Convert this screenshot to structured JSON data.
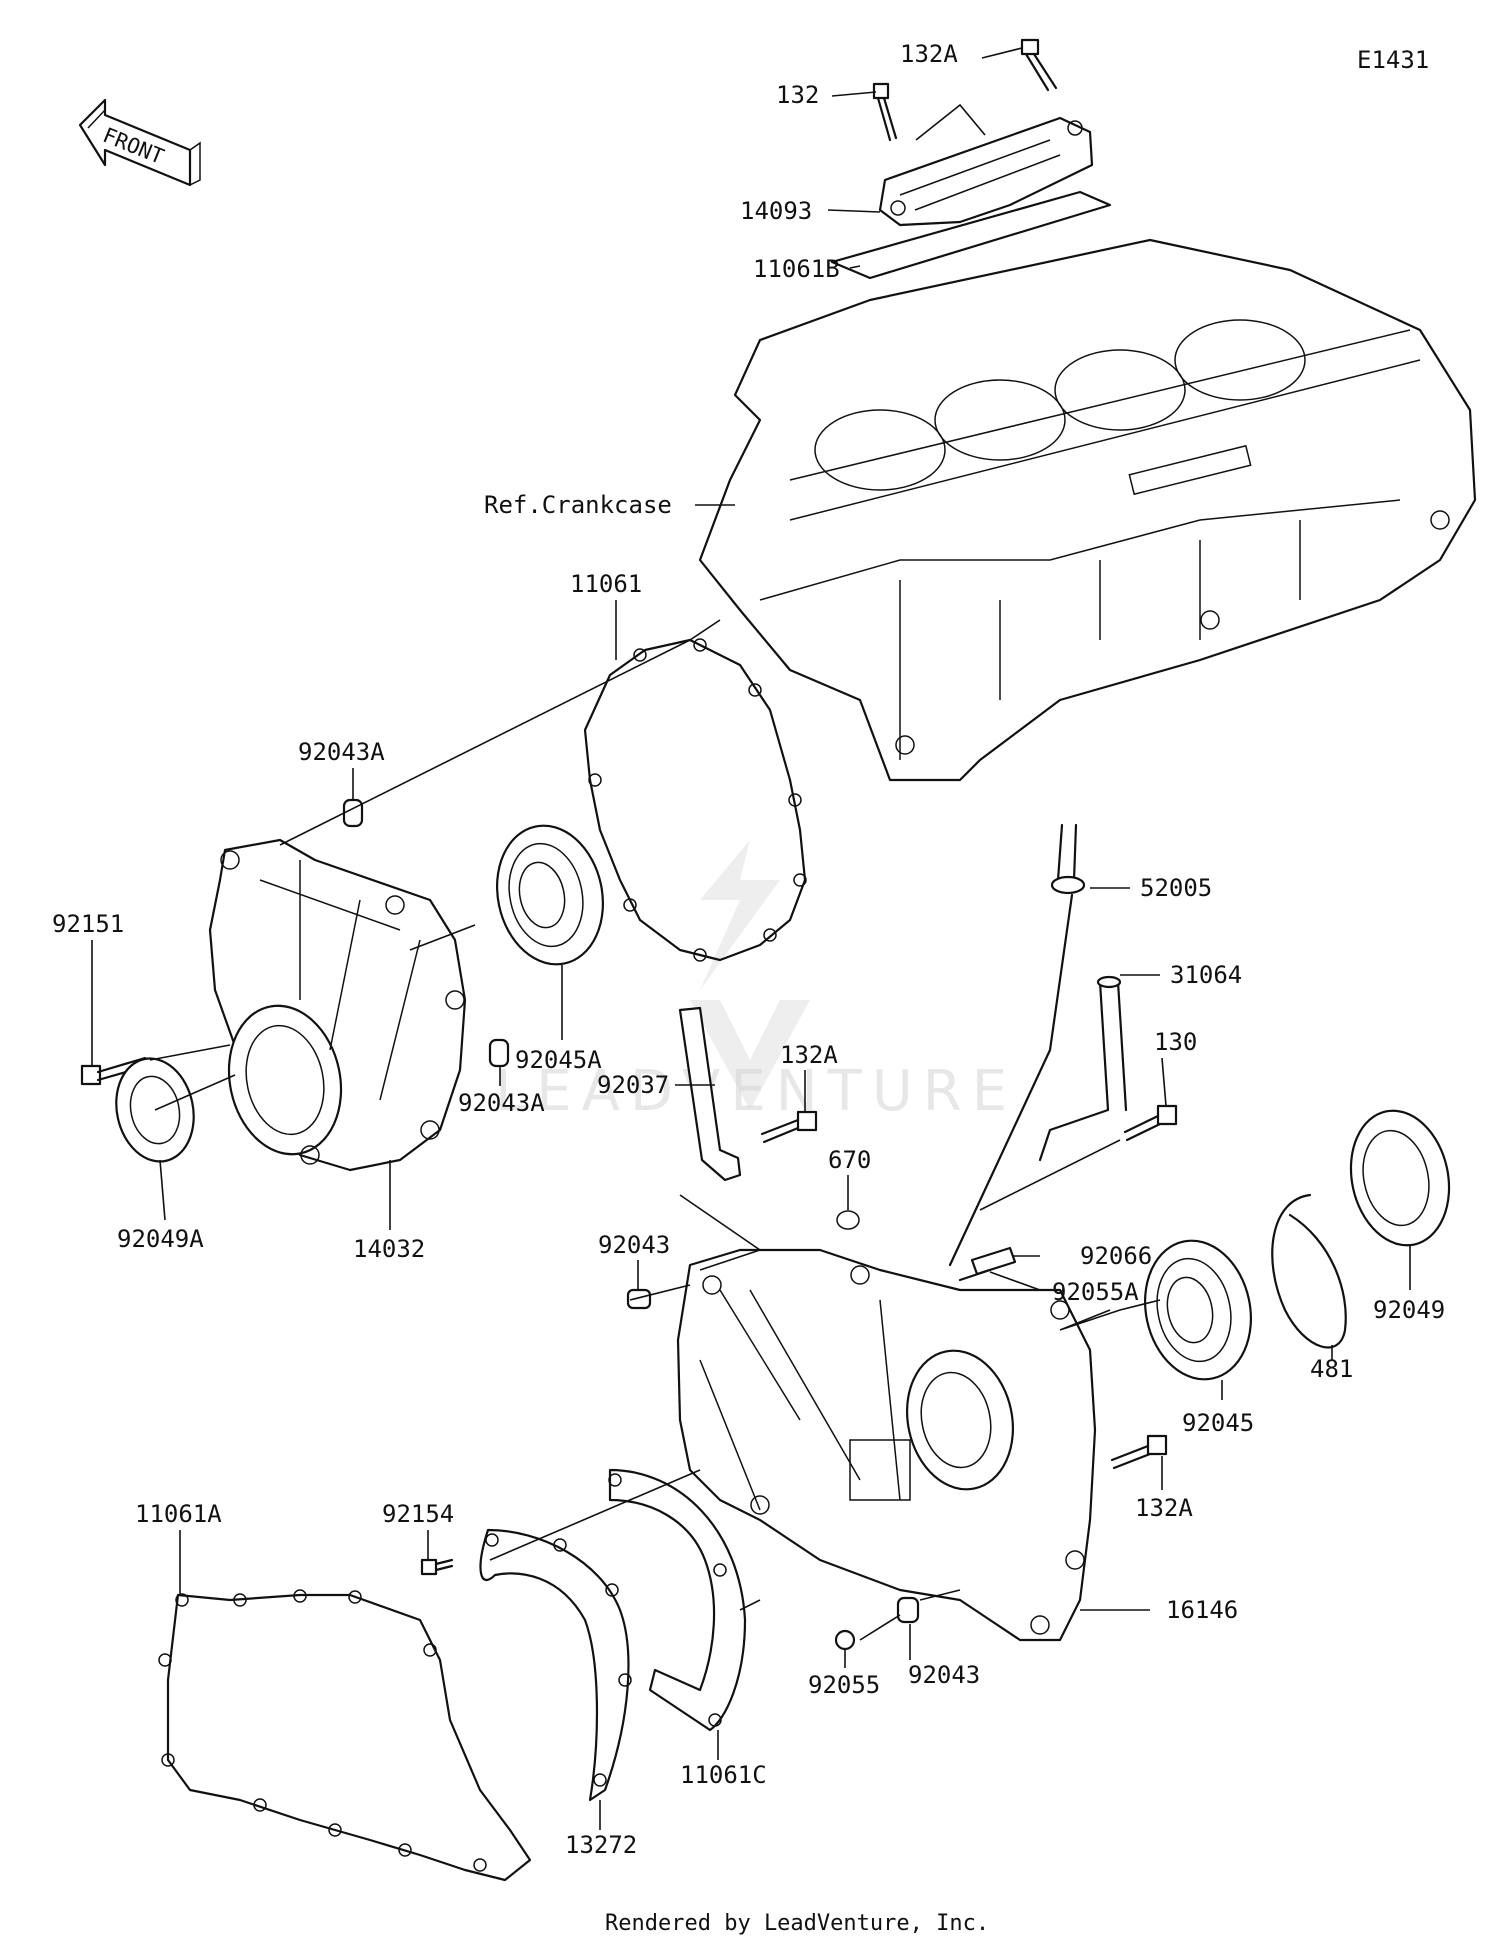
{
  "diagram_id": "E1431",
  "front_arrow_label": "FRONT",
  "reference_label": "Ref.Crankcase",
  "footer": "Rendered by LeadVenture, Inc.",
  "watermark": "LEADVENTURE",
  "parts": {
    "p132A_top": "132A",
    "p132_top": "132",
    "p14093": "14093",
    "p11061B": "11061B",
    "p11061": "11061",
    "p92043A_top": "92043A",
    "p92151": "92151",
    "p92045A": "92045A",
    "p92049A": "92049A",
    "p14032": "14032",
    "p92043A_mid": "92043A",
    "p52005": "52005",
    "p31064": "31064",
    "p92037": "92037",
    "p132A_mid": "132A",
    "p130": "130",
    "p670": "670",
    "p92043_left": "92043",
    "p92066": "92066",
    "p92055A": "92055A",
    "p92049": "92049",
    "p481": "481",
    "p92045": "92045",
    "p132A_low": "132A",
    "p11061A": "11061A",
    "p92154": "92154",
    "p16146": "16146",
    "p92043_low": "92043",
    "p92055": "92055",
    "p11061C": "11061C",
    "p13272": "13272"
  }
}
